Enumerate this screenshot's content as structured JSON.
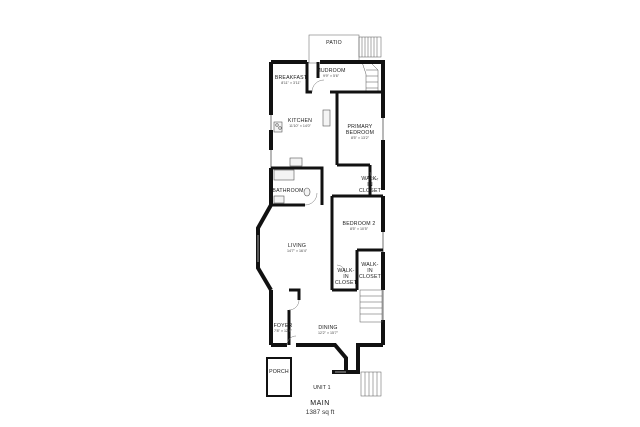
{
  "plan": {
    "rooms": [
      {
        "id": "patio",
        "name": "PATIO",
        "dim": ""
      },
      {
        "id": "mudroom",
        "name": "MUDROOM",
        "dim": "9'9\" × 5'6\""
      },
      {
        "id": "breakfast",
        "name": "BREAKFAST",
        "dim": "8'11\" × 3'11\""
      },
      {
        "id": "kitchen",
        "name": "KITCHEN",
        "dim": "11'10\" × 14'0\""
      },
      {
        "id": "primary",
        "name": "PRIMARY BEDROOM",
        "dim": "8'5\" × 13'2\""
      },
      {
        "id": "walkin1",
        "name": "WALK-IN CLOSET",
        "dim": ""
      },
      {
        "id": "bathroom",
        "name": "BATHROOM",
        "dim": ""
      },
      {
        "id": "bedroom2",
        "name": "BEDROOM 2",
        "dim": "8'5\" × 10'5\""
      },
      {
        "id": "living",
        "name": "LIVING",
        "dim": "14'7\" × 16'4\""
      },
      {
        "id": "walkin2",
        "name": "WALK-IN CLOSET",
        "dim": ""
      },
      {
        "id": "walkin3",
        "name": "WALK-IN CLOSET",
        "dim": ""
      },
      {
        "id": "foyer",
        "name": "FOYER",
        "dim": "7'8\" × 12'8\""
      },
      {
        "id": "dining",
        "name": "DINING",
        "dim": "12'2\" × 15'7\""
      },
      {
        "id": "porch",
        "name": "PORCH",
        "dim": ""
      },
      {
        "id": "unit",
        "name": "UNIT 1",
        "dim": ""
      }
    ]
  },
  "caption": {
    "title": "MAIN",
    "area": "1387 sq ft"
  }
}
